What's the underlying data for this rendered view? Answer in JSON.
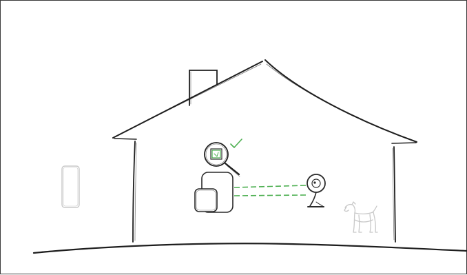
{
  "illustration": {
    "subject": "house",
    "objects": [
      {
        "id": "phone",
        "icon": "phone-icon"
      },
      {
        "id": "hub",
        "icon": "hub-icon"
      },
      {
        "id": "magnifier",
        "icon": "magnifier-icon",
        "status": "check"
      },
      {
        "id": "camera",
        "icon": "camera-icon"
      },
      {
        "id": "dog",
        "icon": "dog-icon"
      }
    ],
    "colors": {
      "line": "#1e1e1e",
      "faint": "#c8c8c8",
      "accent": "#4caf50"
    }
  }
}
